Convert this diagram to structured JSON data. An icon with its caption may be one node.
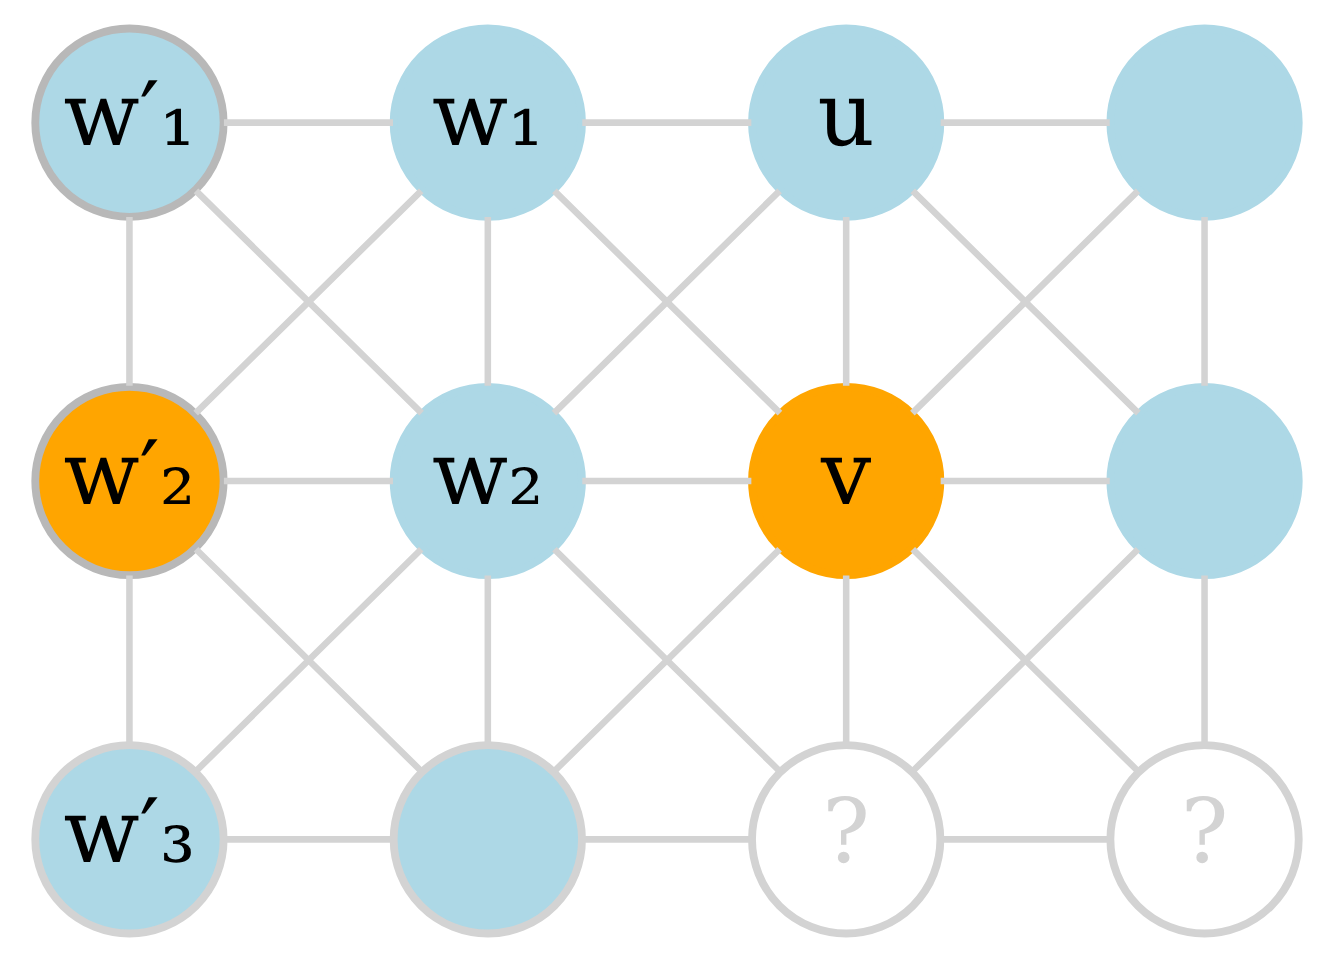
{
  "diagram": {
    "nodes": [
      {
        "text": [
          "w′₁"
        ]
      },
      {
        "text": [
          "w₁"
        ]
      },
      {
        "text": [
          "u"
        ]
      },
      {
        "text": [],
        "shape": "circle"
      },
      {
        "text": [
          "w′₂"
        ]
      },
      {
        "text": [
          "w₂"
        ]
      },
      {
        "text": [
          "v"
        ]
      },
      {
        "text": [],
        "shape": "circle"
      },
      {
        "text": [
          "w′₃"
        ]
      },
      {
        "text": [],
        "shape": "circle"
      },
      {
        "text": [
          "?"
        ]
      },
      {
        "text": [
          "?"
        ]
      }
    ],
    "edges": [
      {
        "from": 0,
        "to": 1,
        "arrow": "none"
      },
      {
        "from": 1,
        "to": 2,
        "arrow": "none"
      },
      {
        "from": 2,
        "to": 3,
        "arrow": "none"
      },
      {
        "from": 4,
        "to": 5,
        "arrow": "none"
      },
      {
        "from": 5,
        "to": 6,
        "arrow": "none"
      },
      {
        "from": 6,
        "to": 7,
        "arrow": "none"
      },
      {
        "from": 8,
        "to": 9,
        "arrow": "none"
      },
      {
        "from": 9,
        "to": 10,
        "arrow": "none"
      },
      {
        "from": 10,
        "to": 11,
        "arrow": "none"
      },
      {
        "from": 0,
        "to": 4,
        "arrow": "none"
      },
      {
        "from": 1,
        "to": 5,
        "arrow": "none"
      },
      {
        "from": 2,
        "to": 6,
        "arrow": "none"
      },
      {
        "from": 3,
        "to": 7,
        "arrow": "none"
      },
      {
        "from": 4,
        "to": 8,
        "arrow": "none"
      },
      {
        "from": 5,
        "to": 9,
        "arrow": "none"
      },
      {
        "from": 6,
        "to": 10,
        "arrow": "none"
      },
      {
        "from": 7,
        "to": 11,
        "arrow": "none"
      },
      {
        "from": 0,
        "to": 5,
        "arrow": "none"
      },
      {
        "from": 1,
        "to": 4,
        "arrow": "none"
      },
      {
        "from": 1,
        "to": 6,
        "arrow": "none"
      },
      {
        "from": 2,
        "to": 5,
        "arrow": "none"
      },
      {
        "from": 2,
        "to": 7,
        "arrow": "none"
      },
      {
        "from": 3,
        "to": 6,
        "arrow": "none"
      },
      {
        "from": 4,
        "to": 9,
        "arrow": "none"
      },
      {
        "from": 5,
        "to": 8,
        "arrow": "none"
      },
      {
        "from": 5,
        "to": 10,
        "arrow": "none"
      },
      {
        "from": 6,
        "to": 9,
        "arrow": "none"
      },
      {
        "from": 6,
        "to": 11,
        "arrow": "none"
      },
      {
        "from": 7,
        "to": 10,
        "arrow": "none"
      }
    ]
  }
}
